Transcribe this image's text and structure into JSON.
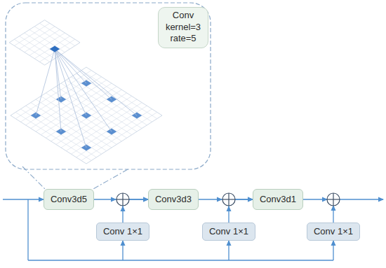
{
  "diagram": {
    "nodes": [
      {
        "text": [
          "Conv kernel=3 rate=5"
        ]
      },
      {
        "text": [
          "Conv3d5"
        ]
      },
      {
        "text": [
          "Conv3d3"
        ]
      },
      {
        "text": [
          "Conv3d1"
        ]
      },
      {
        "text": [
          "Conv 1×1"
        ]
      },
      {
        "text": [
          "Conv 1×1"
        ]
      },
      {
        "text": [
          "Conv 1×1"
        ]
      }
    ],
    "edges": [
      {
        "from": 1,
        "to": 2,
        "arrow": "to"
      },
      {
        "from": 4,
        "to": 2,
        "arrow": "to"
      },
      {
        "from": 2,
        "to": 3,
        "arrow": "to"
      },
      {
        "from": 5,
        "to": 3,
        "arrow": "to"
      }
    ]
  }
}
